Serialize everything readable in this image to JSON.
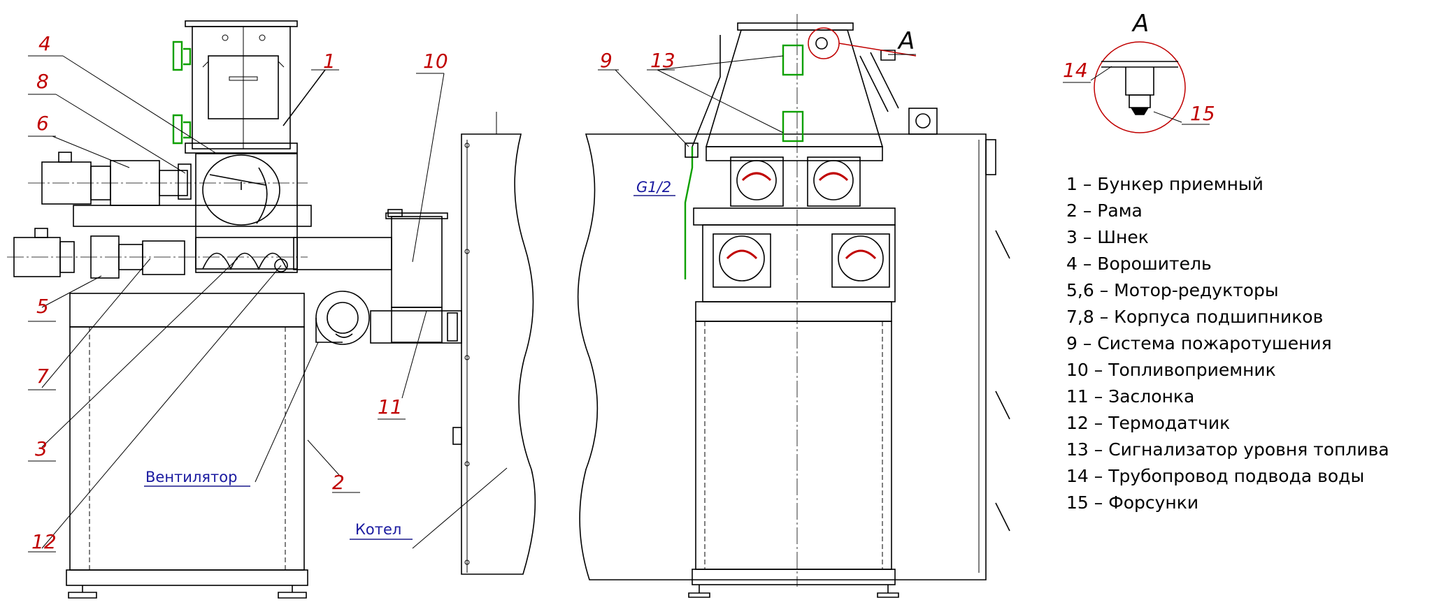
{
  "callouts": {
    "n1": "1",
    "n2": "2",
    "n3": "3",
    "n4": "4",
    "n5": "5",
    "n6": "6",
    "n7": "7",
    "n8": "8",
    "n9": "9",
    "n10": "10",
    "n11": "11",
    "n12": "12",
    "n13": "13",
    "n14": "14",
    "n15": "15"
  },
  "labels": {
    "fan": "Вентилятор",
    "boiler": "Котел",
    "thread": "G1/2",
    "view_a_marker": "A",
    "view_a_title": "A"
  },
  "legend": [
    "1 – Бункер приемный",
    "2 – Рама",
    "3 – Шнек",
    "4 – Ворошитель",
    "5,6 – Мотор-редукторы",
    "7,8 – Корпуса подшипников",
    "9 – Система пожаротушения",
    "10 – Топливоприемник",
    "11 – Заслонка",
    "12 – Термодатчик",
    "13 – Сигнализатор уровня топлива",
    "14 – Трубопровод подвода воды",
    "15 – Форсунки"
  ],
  "colors": {
    "callout_text": "#c00000",
    "leader_line": "#1a1a8c",
    "sensor": "#0da000",
    "motor_arrow": "#c00000"
  }
}
